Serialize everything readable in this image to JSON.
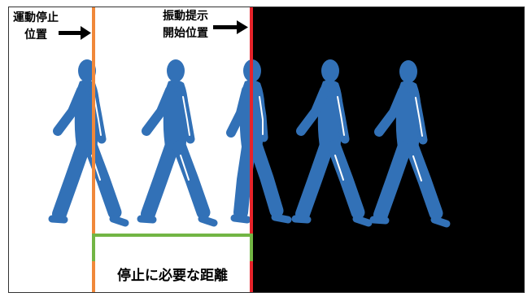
{
  "labels": {
    "stop_position": {
      "line1": "運動停止",
      "line2": "位置"
    },
    "vibration_start": {
      "line1": "振動提示",
      "line2": "開始位置"
    },
    "stop_distance": "停止に必要な距離"
  },
  "figures": {
    "icon": "walking-person-silhouette"
  },
  "icons": {
    "pointer": "arrow-right-icon"
  },
  "colors": {
    "stop_line": "#f0883a",
    "vibration_line": "#e6232a",
    "distance_bracket": "#72b544",
    "figure": "#3271b7",
    "dark_region": "#000000",
    "arrow": "#000000"
  }
}
